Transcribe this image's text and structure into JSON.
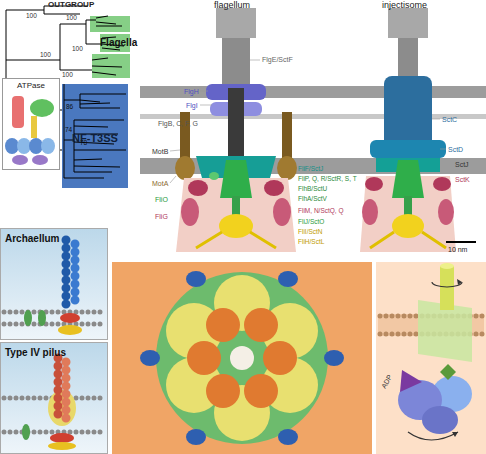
{
  "diagram": {
    "nodes": [
      {
        "text": [
          "NF-T3SS"
        ]
      },
      {
        "text": [
          "ATPase"
        ]
      },
      {
        "text": [
          "Archaellum"
        ]
      },
      {
        "text": [
          "Type IV pilus"
        ]
      }
    ],
    "labels": [
      "OUTGROUP",
      "100",
      "100",
      "100",
      "Flagella",
      "100",
      "100",
      "86",
      "74",
      "78",
      "flagellum",
      "injectisome",
      "FlgE/SctF",
      "FlgH",
      "FlgI",
      "FlgB, C, F, G",
      "MotB",
      "MotA",
      "FliO",
      "FliG",
      "FliF/SctJ",
      "FliP, Q, R/SctR, S, T",
      "FlhB/SctU",
      "FlhA/SctV",
      "FliM, N/SctQ, Q",
      "FliJ/SctO",
      "FliI/SctN",
      "FliH/SctL",
      "SctC",
      "SctD",
      "SctJ",
      "SctK",
      "10 nm",
      "ADP"
    ]
  }
}
